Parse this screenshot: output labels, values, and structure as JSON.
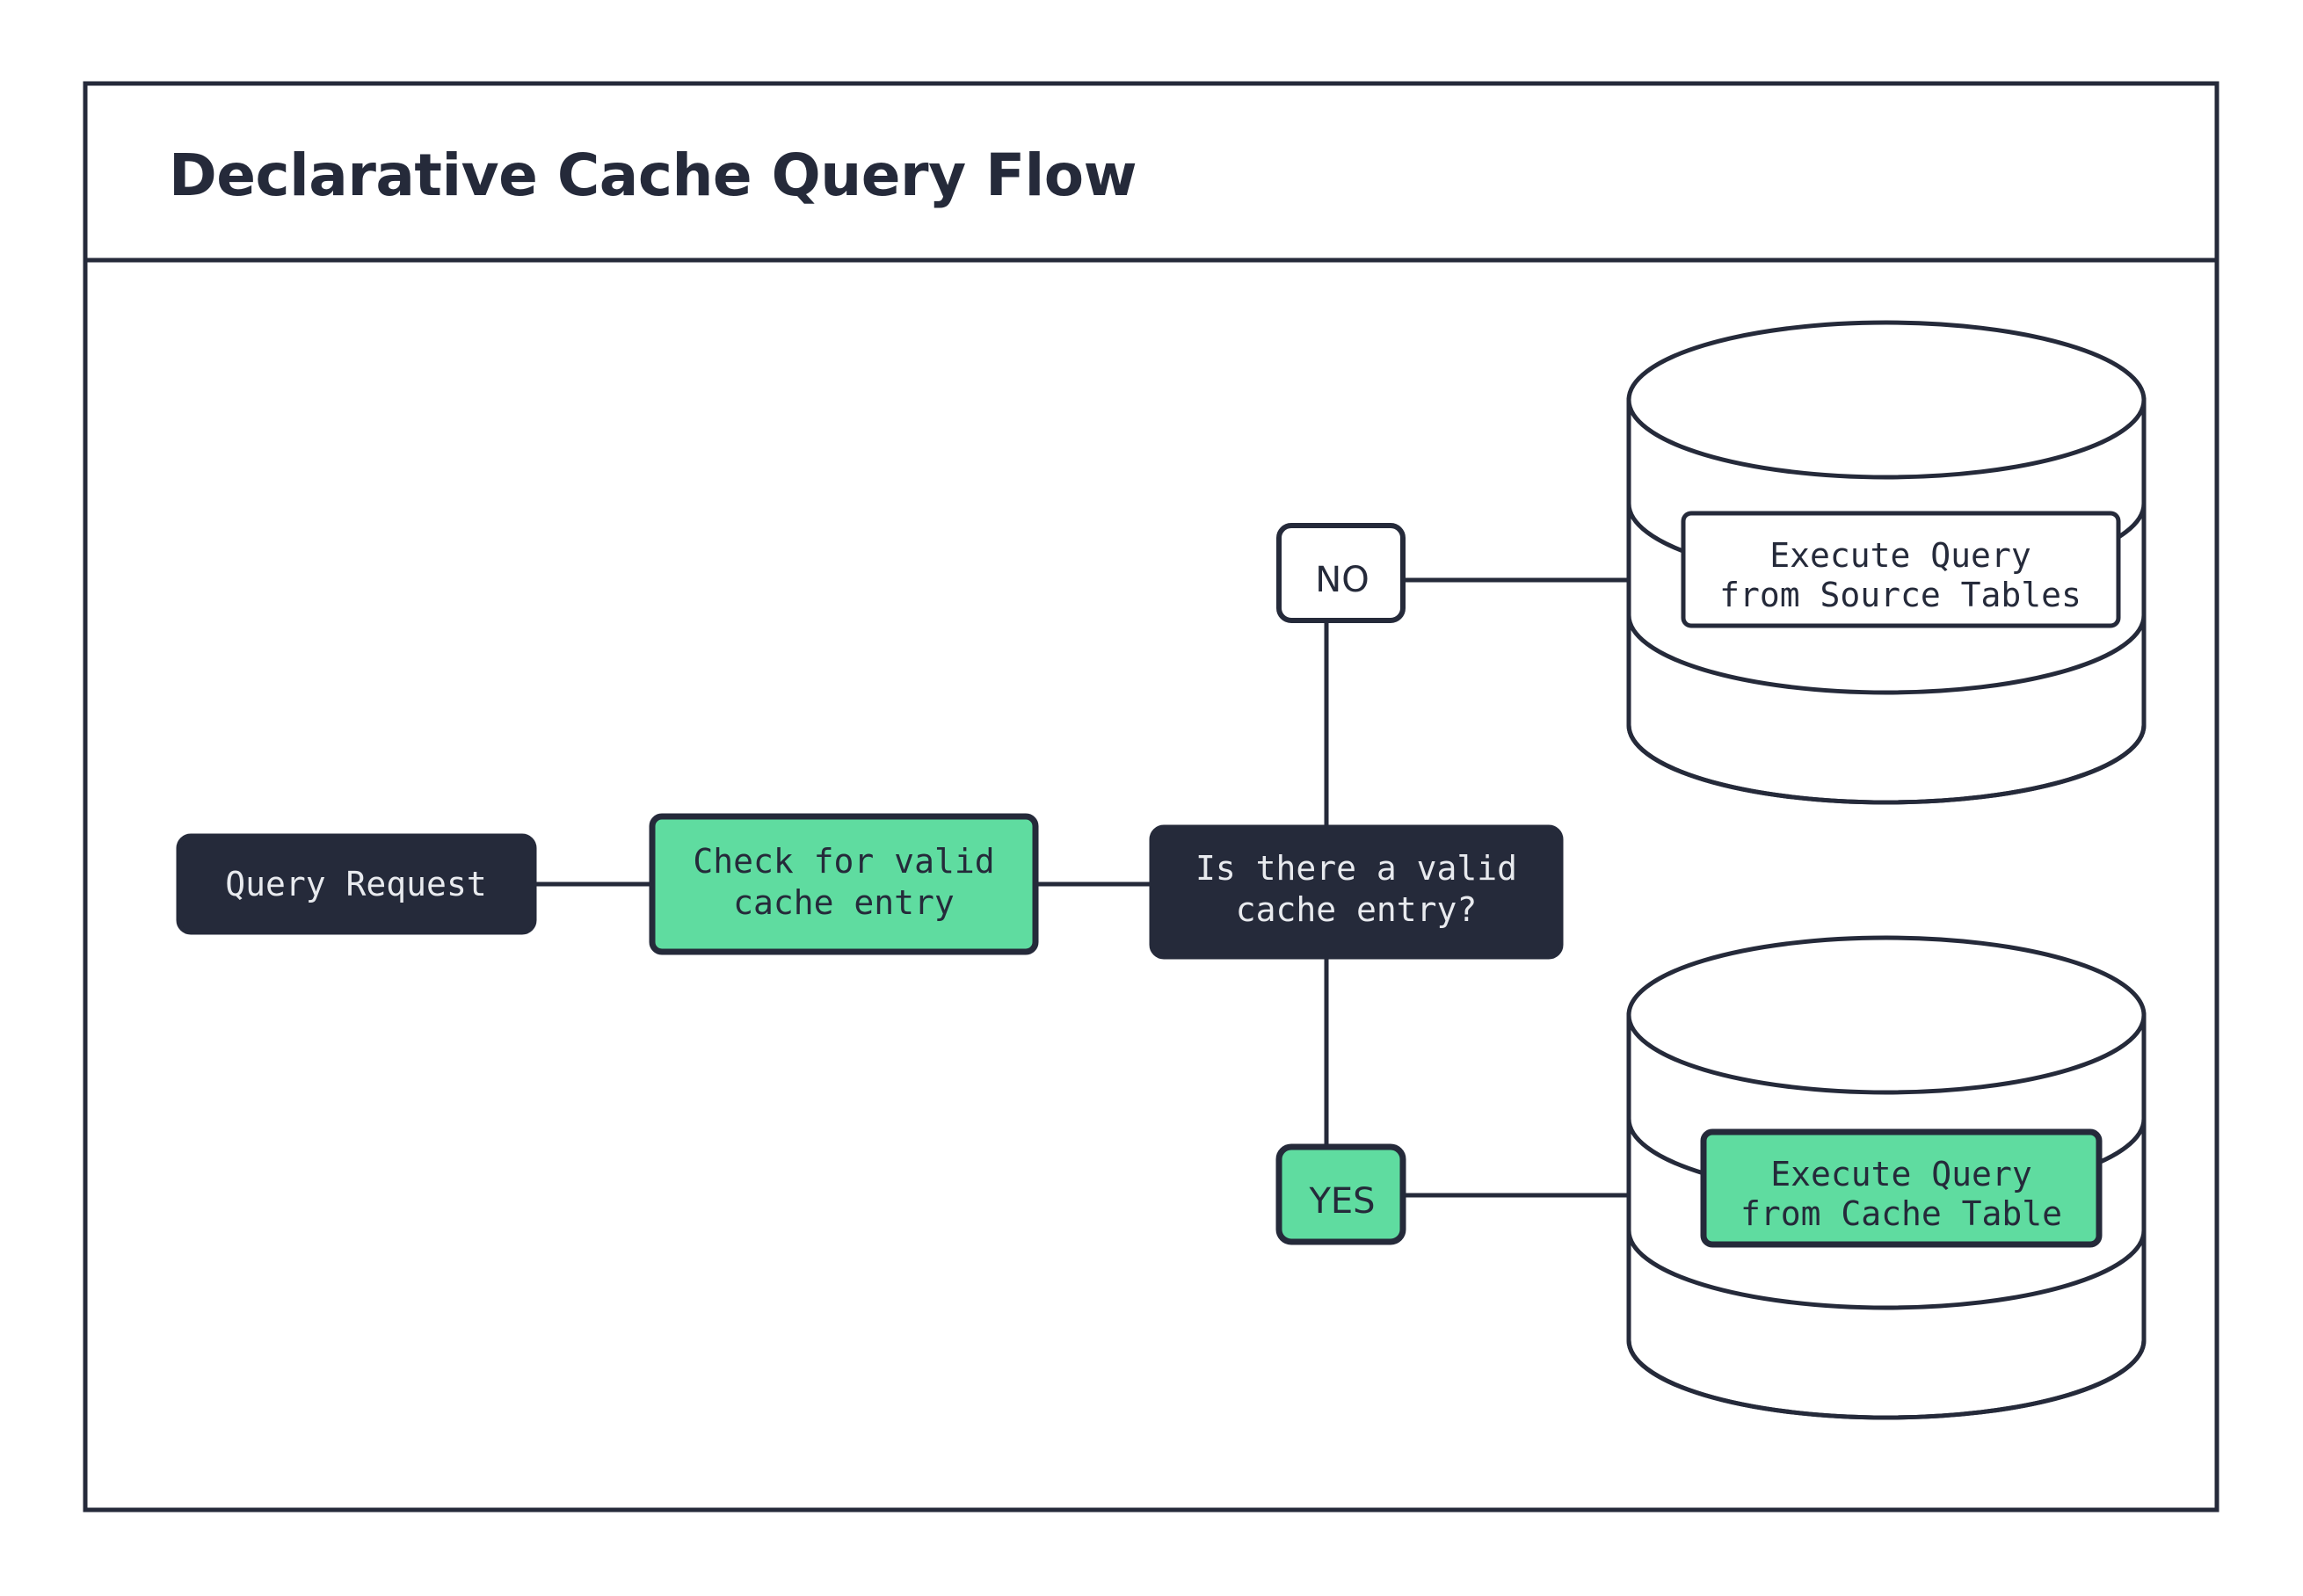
{
  "title": "Declarative Cache Query Flow",
  "colors": {
    "ink": "#252a3a",
    "accent_green": "#5fdca0",
    "surface": "#ffffff",
    "text_on_dark": "#e8eaee"
  },
  "flow": {
    "start_node": "Query Request",
    "process_node_line1": "Check for valid",
    "process_node_line2": "cache entry",
    "decision_node_line1": "Is there a valid",
    "decision_node_line2": "cache entry?",
    "branch_no": "NO",
    "branch_yes": "YES",
    "source_store_line1": "Execute Query",
    "source_store_line2": "from Source Tables",
    "cache_store_line1": "Execute Query",
    "cache_store_line2": "from Cache Table"
  }
}
